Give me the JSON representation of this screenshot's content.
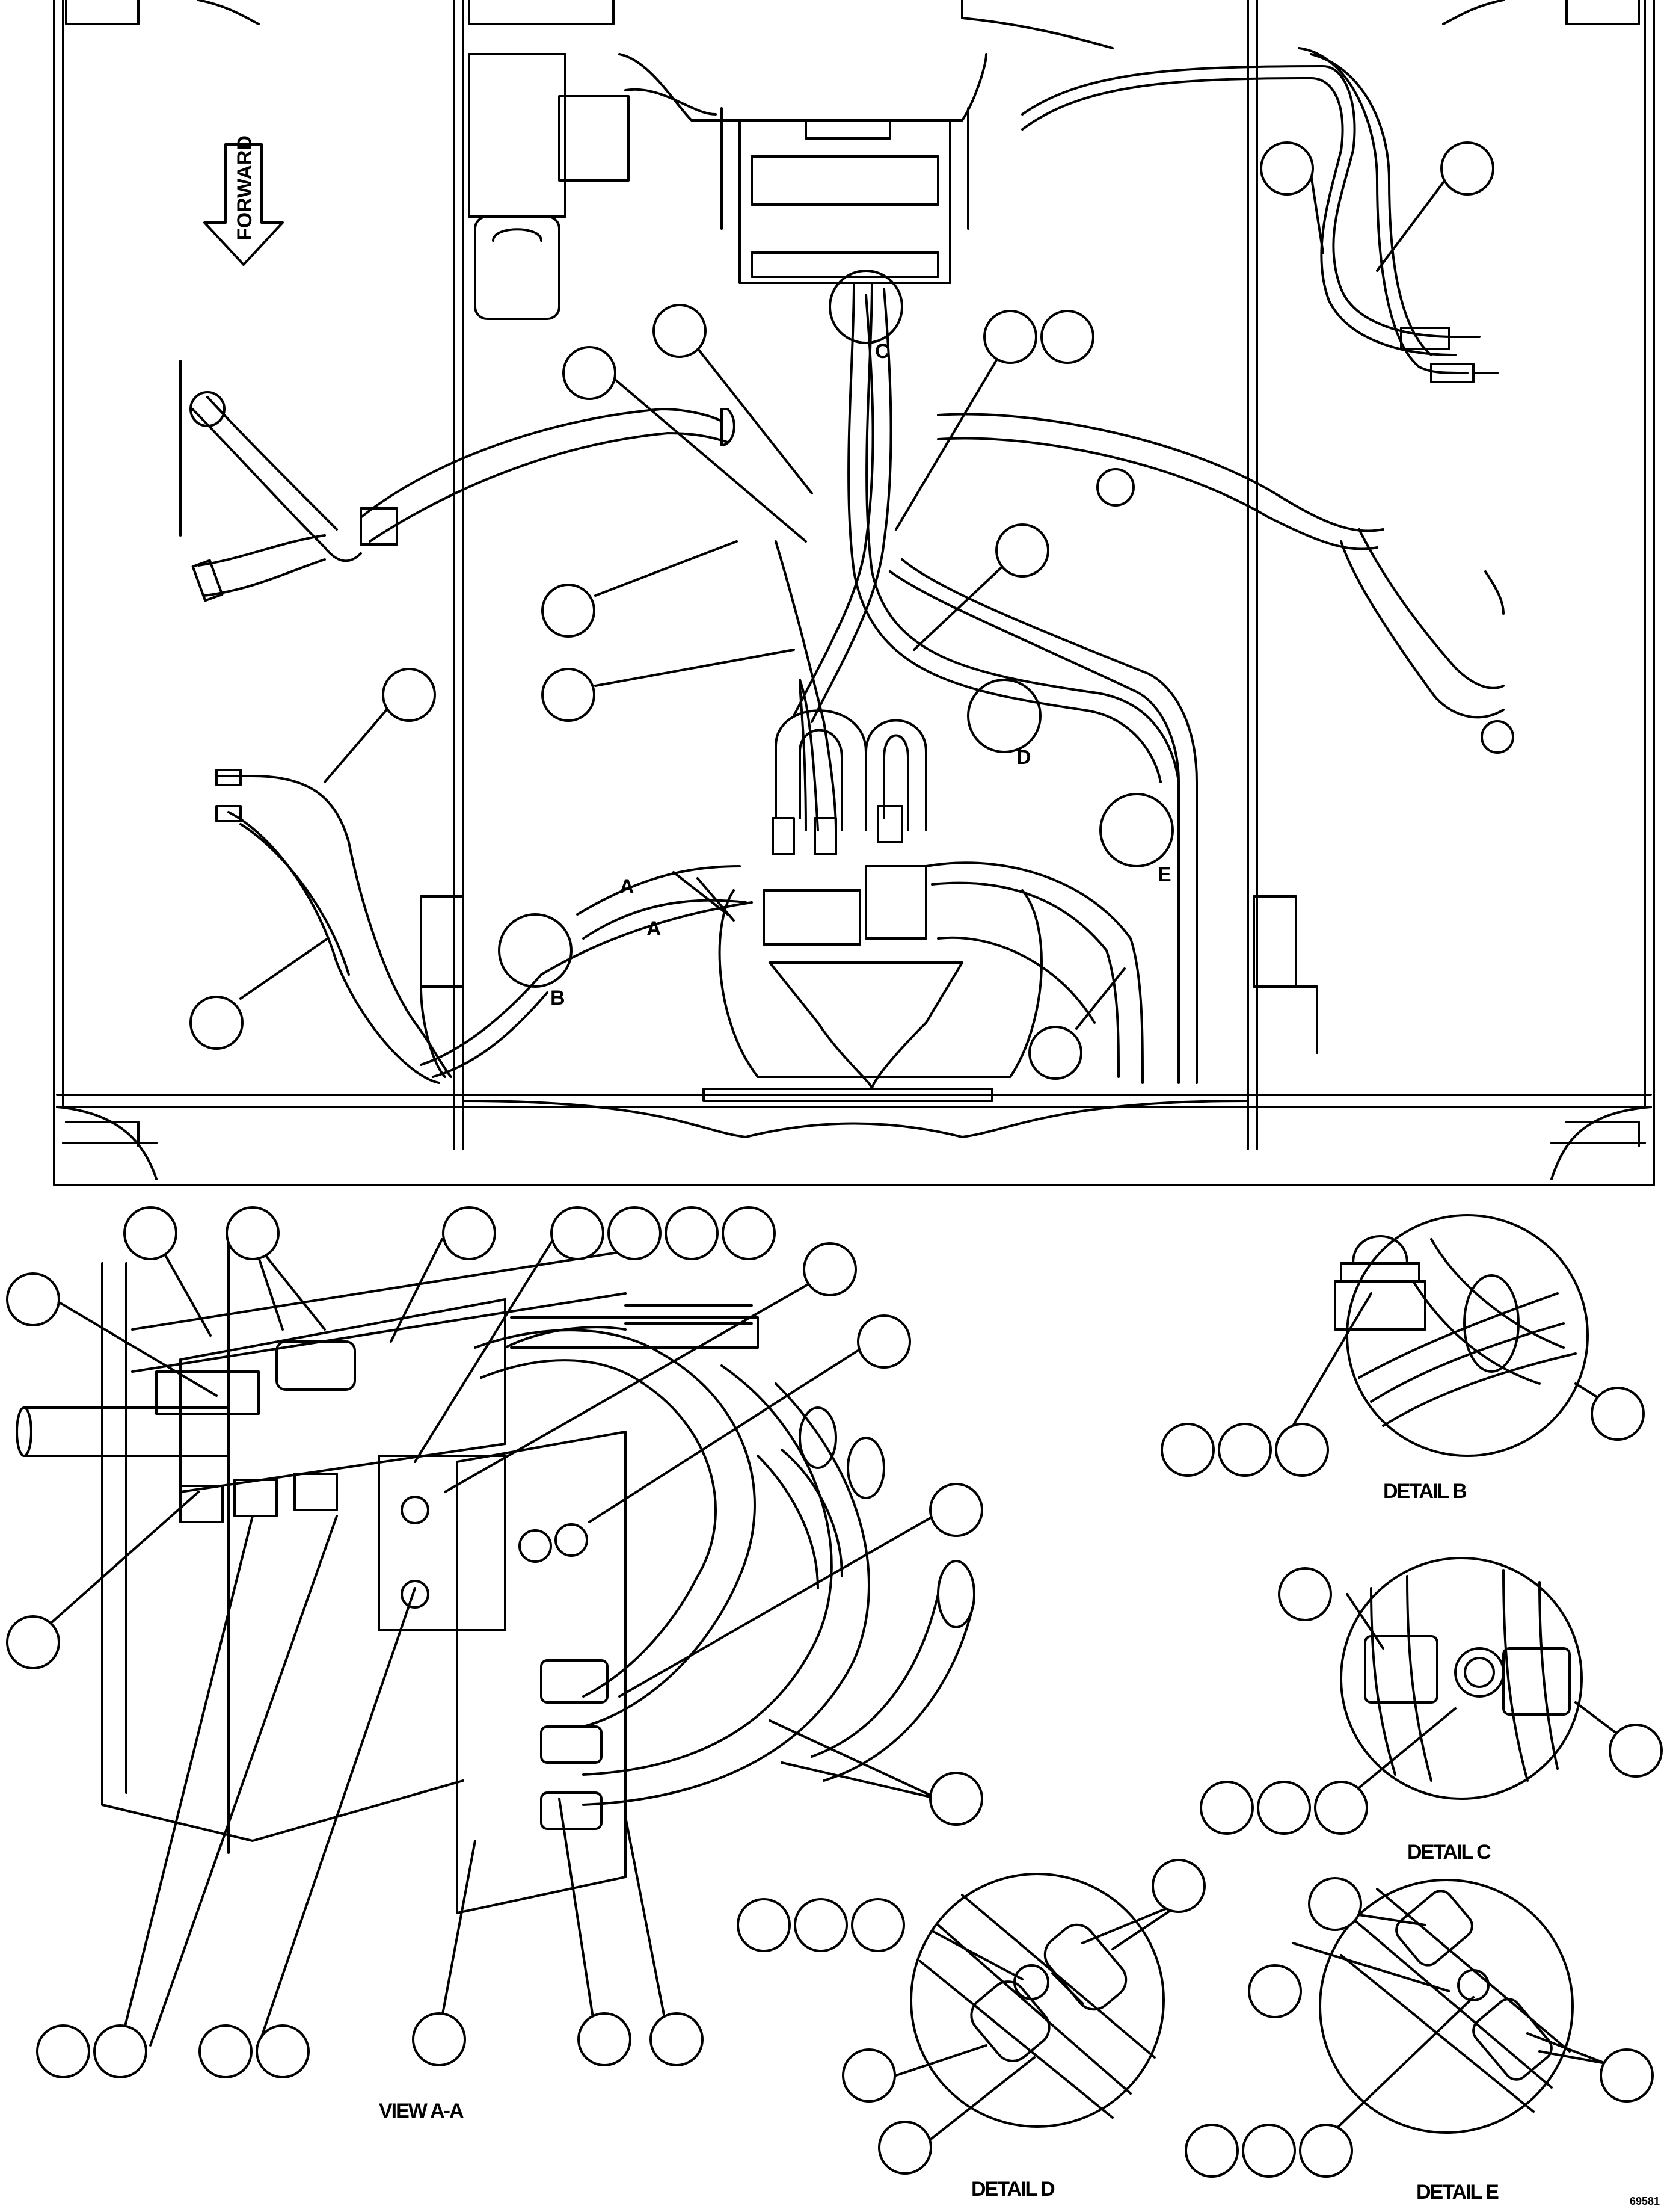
{
  "labels": {
    "forward": "FORWARD",
    "section_a": "A",
    "section_a_2": "A",
    "detail_b_letter": "B",
    "detail_c_letter": "C",
    "detail_d_letter": "D",
    "detail_e_letter": "E",
    "view_a_a": "VIEW A-A",
    "detail_b": "DETAIL B",
    "detail_c": "DETAIL C",
    "detail_d": "DETAIL D",
    "detail_e": "DETAIL E",
    "drawing_number": "69581"
  },
  "colors": {
    "line": "#000000",
    "background": "#ffffff"
  }
}
